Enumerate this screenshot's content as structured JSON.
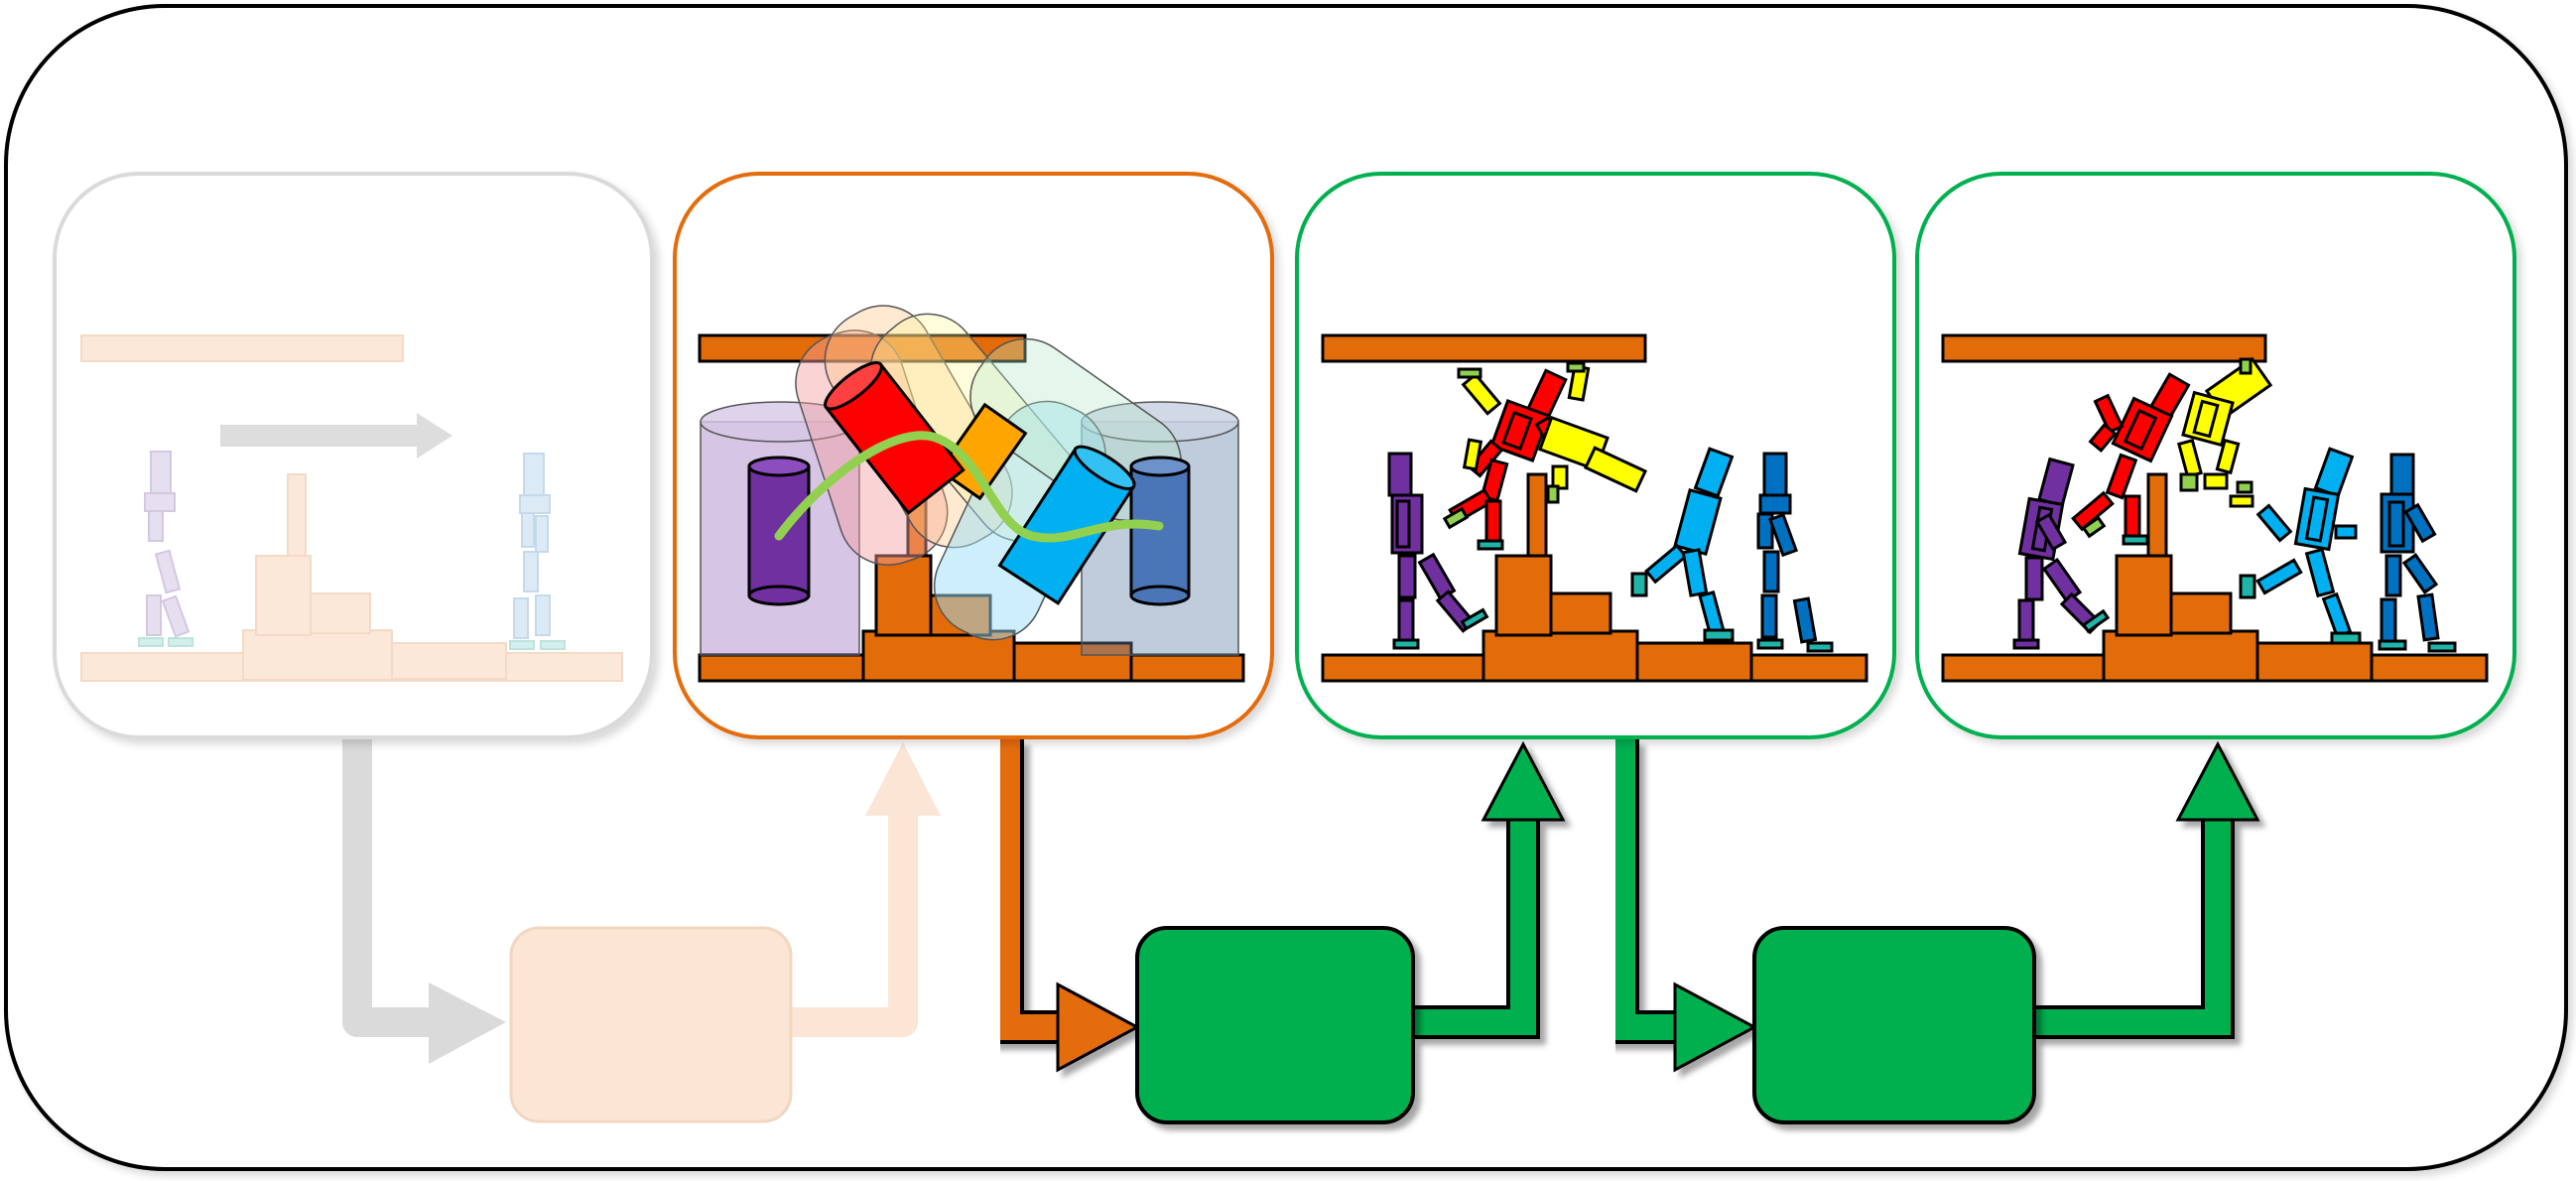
{
  "colors": {
    "orange": "#E36C0A",
    "green": "#00B050",
    "faded_gray": "#DADADA",
    "faded_orange": "#FBE6D5",
    "outline": "#000000",
    "purple": "#7030A0",
    "red": "#FF0000",
    "yellow": "#FFFF00",
    "light_blue": "#00B0F0",
    "dark_blue": "#0070C0",
    "teal": "#1FB5A8",
    "lime": "#92D050"
  },
  "stages": [
    {
      "id": "initial-scene",
      "style": "faded",
      "icons": [
        "walking-figure-icon",
        "walking-figure-icon",
        "move-arrow-icon"
      ]
    },
    {
      "id": "coarse-plan",
      "style": "orange",
      "icons": [
        "cylinder-volume-icon",
        "trajectory-curve-icon"
      ]
    },
    {
      "id": "refined-motion-1",
      "style": "green",
      "icons": [
        "character-figure-icon"
      ]
    },
    {
      "id": "refined-motion-2",
      "style": "green",
      "icons": [
        "character-figure-icon"
      ]
    }
  ],
  "process_blocks": [
    {
      "id": "block-faded",
      "style": "faded"
    },
    {
      "id": "block-green-1",
      "style": "green"
    },
    {
      "id": "block-green-2",
      "style": "green"
    }
  ]
}
